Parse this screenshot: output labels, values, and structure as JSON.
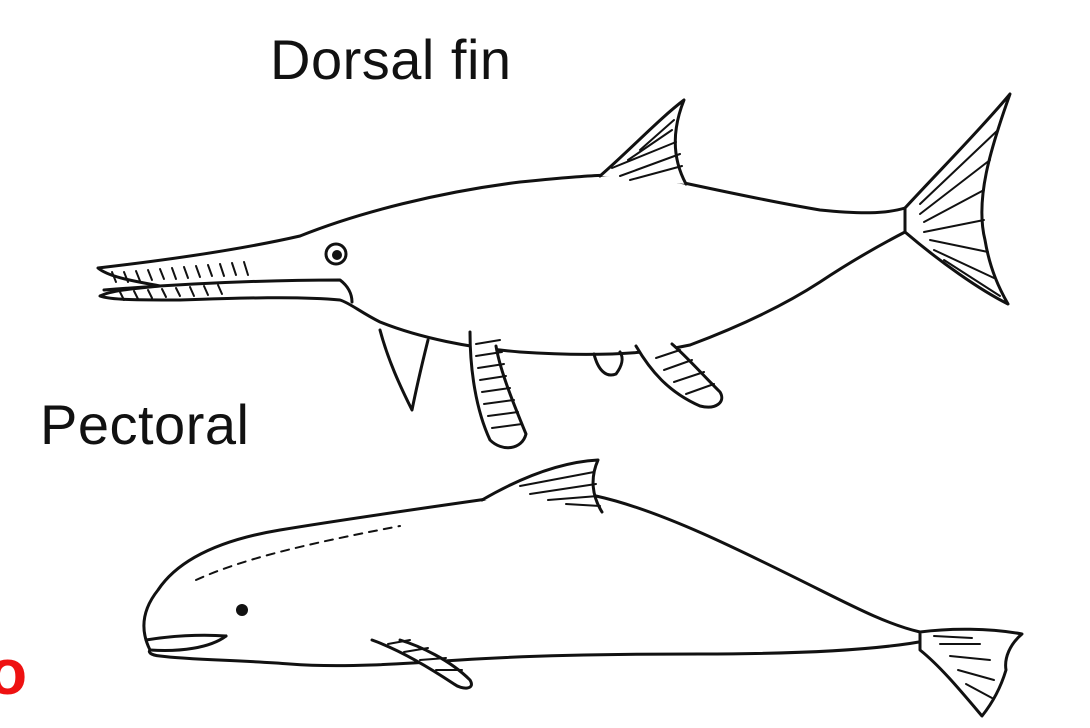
{
  "labels": {
    "dorsal_fin": "Dorsal fin",
    "pectoral": "Pectoral",
    "cut_off_letter": "o"
  },
  "colors": {
    "ink": "#111111",
    "background": "#ffffff",
    "accent_red": "#ee1111"
  },
  "figures": [
    {
      "name": "ichthyosaur-drawing"
    },
    {
      "name": "dolphin-drawing"
    }
  ]
}
